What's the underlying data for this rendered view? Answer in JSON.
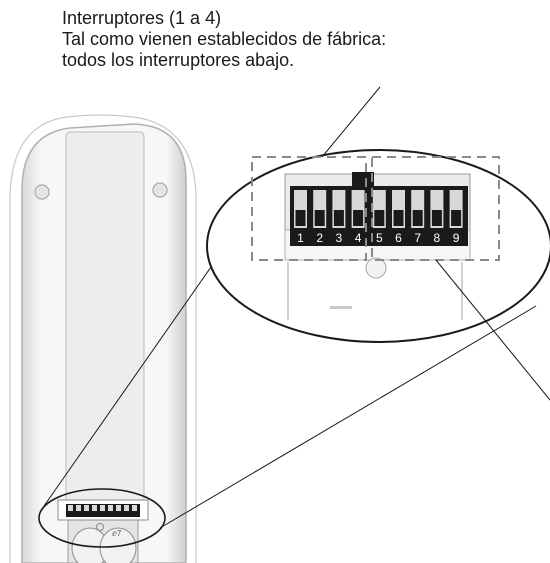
{
  "caption": {
    "line1": "Interruptores (1 a 4)",
    "line2": "Tal como vienen establecidos de fábrica:",
    "line3": "todos los interruptores abajo."
  },
  "switches": {
    "labels": [
      "1",
      "2",
      "3",
      "4",
      "5",
      "6",
      "7",
      "8",
      "9"
    ],
    "group_a": [
      "1",
      "2",
      "3",
      "4"
    ],
    "group_b": [
      "5",
      "6",
      "7",
      "8",
      "9"
    ],
    "state": "down"
  },
  "colors": {
    "line": "#1a1a1a",
    "switch_body": "#1a1a1a",
    "switch_slot": "#d8d8d8",
    "remote_fill": "#f2f2f2",
    "remote_edge": "#b5b5b5",
    "dashed": "#8a8a8a"
  }
}
